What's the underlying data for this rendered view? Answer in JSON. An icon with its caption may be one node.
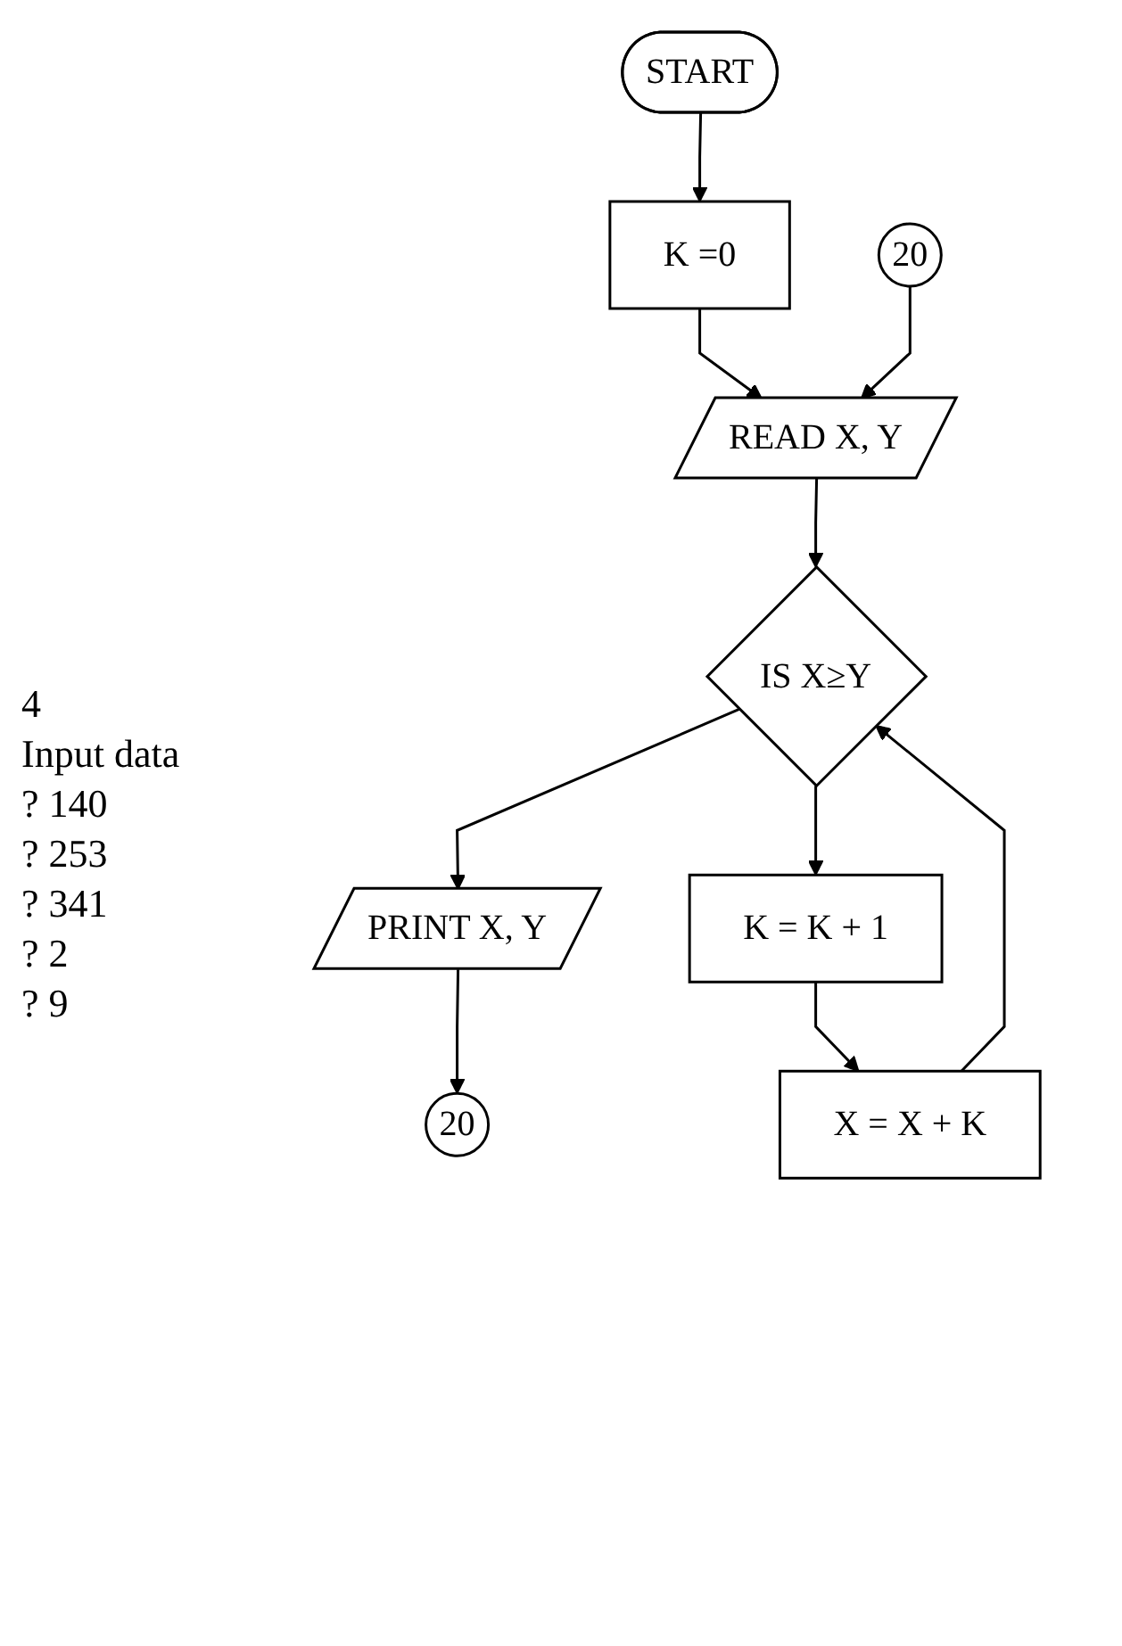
{
  "diagram": {
    "nodes": [
      {
        "text": [
          "START"
        ]
      },
      {
        "text": [
          "K =0"
        ]
      },
      {
        "text": [
          "20"
        ]
      },
      {
        "text": [
          "READ X, Y"
        ]
      },
      {
        "text": [
          "IS X≥Y"
        ]
      },
      {
        "text": [
          "PRINT X, Y"
        ]
      },
      {
        "text": [
          "K = K + 1"
        ]
      },
      {
        "text": [
          "X = X + K"
        ]
      },
      {
        "text": [
          "20"
        ]
      }
    ],
    "edges": [
      {
        "from": 0,
        "to": 1,
        "arrow": "to"
      },
      {
        "from": 1,
        "to": 3,
        "arrow": "to"
      },
      {
        "from": 2,
        "to": 3,
        "arrow": "to"
      },
      {
        "from": 3,
        "to": 4,
        "arrow": "to"
      },
      {
        "from": 4,
        "to": 5,
        "arrow": "to"
      },
      {
        "from": 4,
        "to": 6,
        "arrow": "to"
      },
      {
        "from": 6,
        "to": 7,
        "arrow": "to"
      },
      {
        "from": 7,
        "to": 4,
        "arrow": "to"
      },
      {
        "from": 5,
        "to": 8,
        "arrow": "to"
      }
    ],
    "labels": [
      "4",
      "Input data",
      "? 140",
      "? 253",
      "? 341",
      "? 2",
      "? 9"
    ]
  }
}
